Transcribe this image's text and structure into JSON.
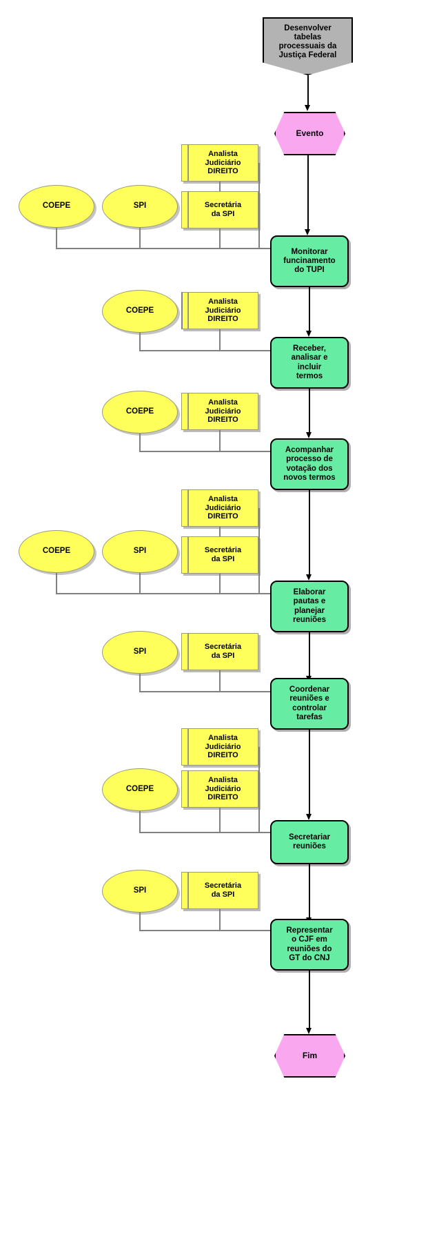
{
  "diagram": {
    "title": "Desenvolver tabelas processuais da Justiça Federal",
    "type": "process-flowchart",
    "language": "pt-BR"
  },
  "colors": {
    "start_fill": "#b3b3b3",
    "event_fill": "#f9a8f0",
    "process_fill": "#66eda3",
    "resource_fill": "#ffff5c",
    "connector": "#808080",
    "flow": "#000000"
  },
  "start": {
    "label": "Desenvolver\ntabelas\nprocessuais da\nJustiça Federal"
  },
  "event_start": {
    "label": "Evento"
  },
  "event_end": {
    "label": "Fim"
  },
  "processes": [
    {
      "id": "p1",
      "label": "Monitorar\nfuncinamento\ndo TUPI"
    },
    {
      "id": "p2",
      "label": "Receber,\nanalisar e\nincluir\ntermos"
    },
    {
      "id": "p3",
      "label": "Acompanhar\nprocesso de\nvotação dos\nnovos termos"
    },
    {
      "id": "p4",
      "label": "Elaborar\npautas e\nplanejar\nreuniões"
    },
    {
      "id": "p5",
      "label": "Coordenar\nreuniões e\ncontrolar\ntarefas"
    },
    {
      "id": "p6",
      "label": "Secretariar\nreuniões"
    },
    {
      "id": "p7",
      "label": "Representar\no CJF em\nreuniões do\nGT do CNJ"
    }
  ],
  "resource_groups": [
    {
      "for": "p1",
      "orgs": [
        "COEPE",
        "SPI"
      ],
      "roles": [
        "Analista\nJudiciário\nDIREITO",
        "Secretária\nda SPI"
      ]
    },
    {
      "for": "p2",
      "orgs": [
        "COEPE"
      ],
      "roles": [
        "Analista\nJudiciário\nDIREITO"
      ]
    },
    {
      "for": "p3",
      "orgs": [
        "COEPE"
      ],
      "roles": [
        "Analista\nJudiciário\nDIREITO"
      ]
    },
    {
      "for": "p4",
      "orgs": [
        "COEPE",
        "SPI"
      ],
      "roles": [
        "Analista\nJudiciário\nDIREITO",
        "Secretária\nda SPI"
      ]
    },
    {
      "for": "p5",
      "orgs": [
        "SPI"
      ],
      "roles": [
        "Secretária\nda SPI"
      ]
    },
    {
      "for": "p6",
      "orgs": [
        "COEPE"
      ],
      "roles": [
        "Analista\nJudiciário\nDIREITO",
        "Analista\nJudiciário\nDIREITO"
      ]
    },
    {
      "for": "p7",
      "orgs": [
        "SPI"
      ],
      "roles": [
        "Secretária\nda SPI"
      ]
    }
  ]
}
